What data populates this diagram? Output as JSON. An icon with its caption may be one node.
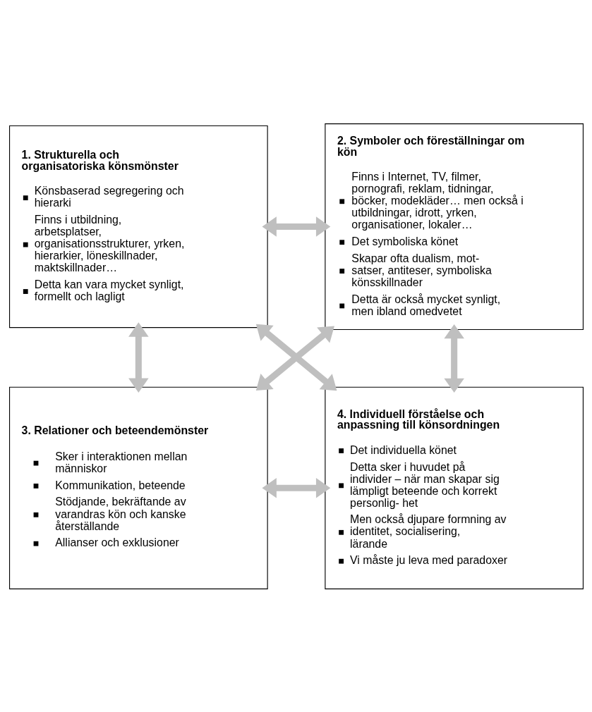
{
  "diagram": {
    "nodes": [
      {
        "text": [
          "1. Strukturella och organisatoriska könsmönster",
          "Könsbaserad segregering och hierarki",
          "Finns i utbildning, arbetsplatser, organisationsstrukturer, yrken, hierarkier, löneskillnader, maktskillnader…",
          "Detta kan vara mycket synligt, formellt och lagligt"
        ]
      },
      {
        "text": [
          "2. Symboler och föreställningar om kön",
          "Finns i Internet, TV, filmer, pornografi, reklam, tidningar, böcker, modekläder… men också i utbildningar, idrott, yrken, organisationer, lokaler…",
          "Det symboliska könet",
          "Skapar ofta dualism, mot- satser, antiteser, symboliska könsskillnader",
          "Detta är också mycket synligt, men ibland omedvetet"
        ]
      },
      {
        "text": [
          "3. Relationer och beteendemönster",
          "Sker i interaktionen mellan människor",
          "Kommunikation, beteende",
          "Stödjande, bekräftande av varandras kön och kanske återställande",
          "Allianser och exklusioner"
        ]
      },
      {
        "text": [
          "4. Individuell förståelse och anpassning till könsordningen",
          "Det individuella könet",
          "Detta sker i huvudet på individer – när man skapar sig lämpligt beteende och korrekt personlig- het",
          "Men också djupare formning av identitet, socialisering, lärande",
          "Vi måste ju leva med paradoxer"
        ]
      }
    ],
    "edges": [
      {
        "from": 0,
        "to": 1,
        "arrow": "both"
      },
      {
        "from": 0,
        "to": 2,
        "arrow": "both"
      },
      {
        "from": 1,
        "to": 3,
        "arrow": "both"
      },
      {
        "from": 0,
        "to": 3,
        "arrow": "both"
      },
      {
        "from": 1,
        "to": 2,
        "arrow": "both"
      },
      {
        "from": 2,
        "to": 3,
        "arrow": "both"
      }
    ]
  }
}
